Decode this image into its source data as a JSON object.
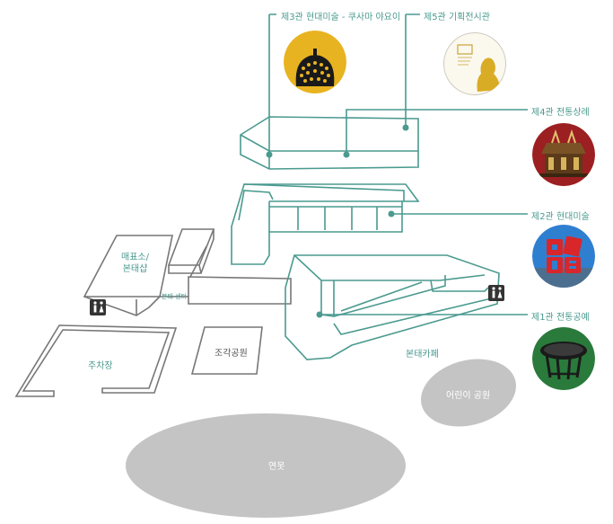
{
  "buildings": {
    "hall3": "제3관 현대미술 - 쿠사마 야요이",
    "hall5": "제5관 기획전시관",
    "hall4": "제4관 전통상례",
    "hall2": "제2관 현대미술",
    "hall1": "제1관 전통공예"
  },
  "areas": {
    "ticket_line1": "매표소/",
    "ticket_line2": "본태샵",
    "center": "본태 센터",
    "parking": "주차장",
    "sculpture": "조각공원",
    "cafe": "본태카페",
    "kids_park": "어린이 공원",
    "pond": "연못"
  },
  "colors": {
    "accent": "#4a9a8f",
    "outline": "#777777",
    "gray_area": "#c4c4c4"
  },
  "icons": [
    "restroom-icon"
  ]
}
